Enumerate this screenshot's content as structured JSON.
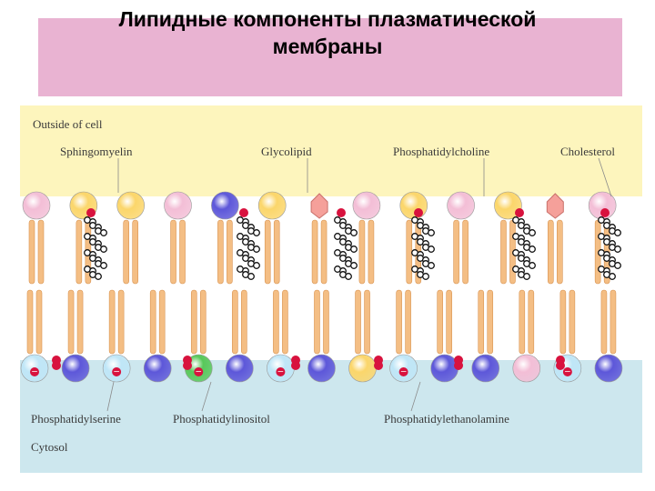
{
  "title": "Липидные компоненты плазматической\nмембраны",
  "figure": {
    "region_labels": {
      "outside": "Outside of cell",
      "inside": "Cytosol"
    },
    "lipid_labels": {
      "sphingomyelin": "Sphingomyelin",
      "glycolipid": "Glycolipid",
      "phosphatidylcholine": "Phosphatidylcholine",
      "cholesterol": "Cholesterol",
      "phosphatidylserine": "Phosphatidylserine",
      "phosphatidylinositol": "Phosphatidylinositol",
      "phosphatidylethanolamine": "Phosphatidylethanolamine"
    },
    "colors": {
      "outside_bg": "#fdf5bd",
      "cytosol_bg": "#cde7ee",
      "tail": "#f4be84",
      "choline_pink": "#f3bed6",
      "sphingo_yellow": "#fbd66b",
      "ethanolamine_blue": "#5d57d9",
      "serine_cyan": "#bfe6f7",
      "inositol_green": "#58c85a",
      "sugar": "#f5a09a",
      "negative_charge": "#d8123e",
      "cholesterol_ring": "#ffffff"
    },
    "top_leaflet": [
      "choline",
      "sphingo",
      "sphingo",
      "choline",
      "ethanolamine",
      "sphingo",
      "glyco",
      "choline",
      "sphingo",
      "choline",
      "sphingo",
      "glyco",
      "choline"
    ],
    "bottom_leaflet": [
      "serine",
      "ethanolamine",
      "serine",
      "ethanolamine",
      "inositol",
      "ethanolamine",
      "serine",
      "ethanolamine",
      "sphingo",
      "serine",
      "ethanolamine",
      "ethanolamine",
      "choline",
      "serine",
      "ethanolamine"
    ],
    "negative_charge_symbol": "−"
  }
}
